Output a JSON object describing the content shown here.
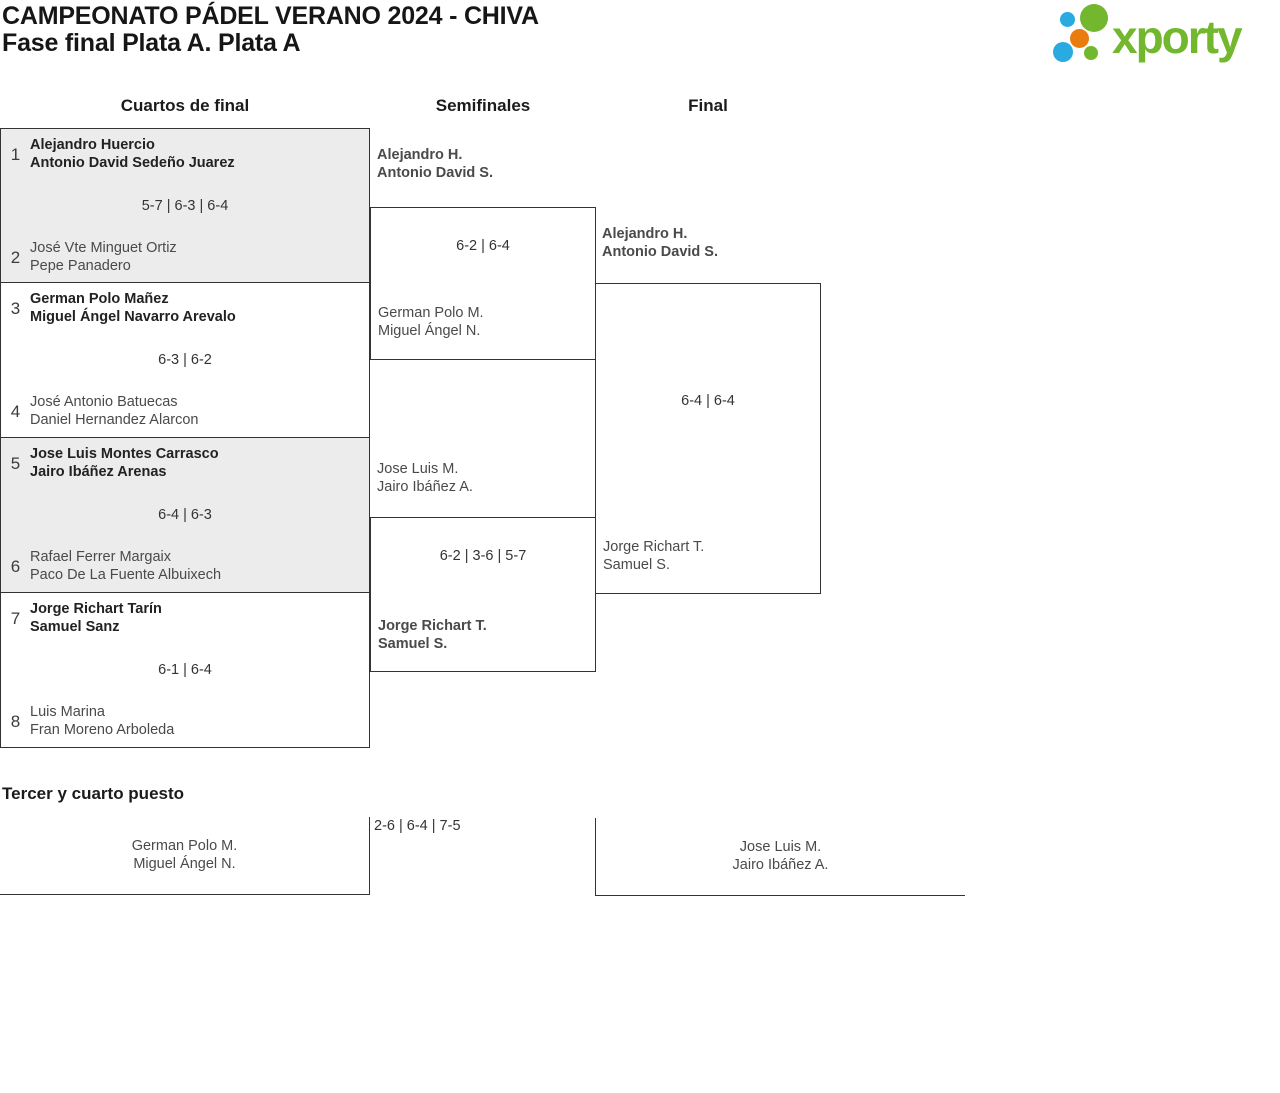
{
  "title": "CAMPEONATO PÁDEL VERANO 2024 - CHIVA",
  "subtitle": "Fase final Plata A. Plata A",
  "logo": {
    "text": "xporty",
    "green": "#72b72d",
    "blue": "#29aae1",
    "orange": "#e87c0e"
  },
  "colors": {
    "bracket_line": "#333333",
    "alt_row_fill": "#ececec",
    "winner_text": "#222222",
    "regular_text": "#4a4a4a"
  },
  "round_headers": {
    "quarterfinals": "Cuartos de final",
    "semifinals": "Semifinales",
    "final": "Final"
  },
  "quarterfinals": [
    {
      "seed_top": "1",
      "top": [
        "Alejandro Huercio",
        "Antonio David Sedeño Juarez"
      ],
      "score": "5-7 | 6-3 | 6-4",
      "seed_bottom": "2",
      "bottom": [
        "José Vte Minguet Ortiz",
        "Pepe Panadero"
      ]
    },
    {
      "seed_top": "3",
      "top": [
        "German Polo Mañez",
        "Miguel Ángel Navarro Arevalo"
      ],
      "score": "6-3 | 6-2",
      "seed_bottom": "4",
      "bottom": [
        "José Antonio Batuecas",
        "Daniel Hernandez Alarcon"
      ]
    },
    {
      "seed_top": "5",
      "top": [
        "Jose Luis Montes Carrasco",
        "Jairo Ibáñez Arenas"
      ],
      "score": "6-4 | 6-3",
      "seed_bottom": "6",
      "bottom": [
        "Rafael Ferrer Margaix",
        "Paco De La Fuente Albuixech"
      ]
    },
    {
      "seed_top": "7",
      "top": [
        "Jorge Richart Tarín",
        "Samuel Sanz"
      ],
      "score": "6-1 | 6-4",
      "seed_bottom": "8",
      "bottom": [
        "Luis Marina",
        "Fran Moreno Arboleda"
      ]
    }
  ],
  "semifinals": [
    {
      "top": [
        "Alejandro H.",
        "Antonio David S."
      ],
      "score": "6-2 | 6-4",
      "bottom": [
        "German Polo M.",
        "Miguel Ángel N."
      ]
    },
    {
      "top": [
        "Jose Luis M.",
        "Jairo Ibáñez A."
      ],
      "score": "6-2 | 3-6 | 5-7",
      "bottom": [
        "Jorge Richart T.",
        "Samuel S."
      ]
    }
  ],
  "final": {
    "top": [
      "Alejandro H.",
      "Antonio David S."
    ],
    "score": "6-4 | 6-4",
    "bottom": [
      "Jorge Richart T.",
      "Samuel S."
    ]
  },
  "third_place": {
    "heading": "Tercer y cuarto puesto",
    "score": "2-6 | 6-4 | 7-5",
    "left": [
      "German Polo M.",
      "Miguel Ángel N."
    ],
    "right": [
      "Jose Luis M.",
      "Jairo Ibáñez A."
    ]
  }
}
